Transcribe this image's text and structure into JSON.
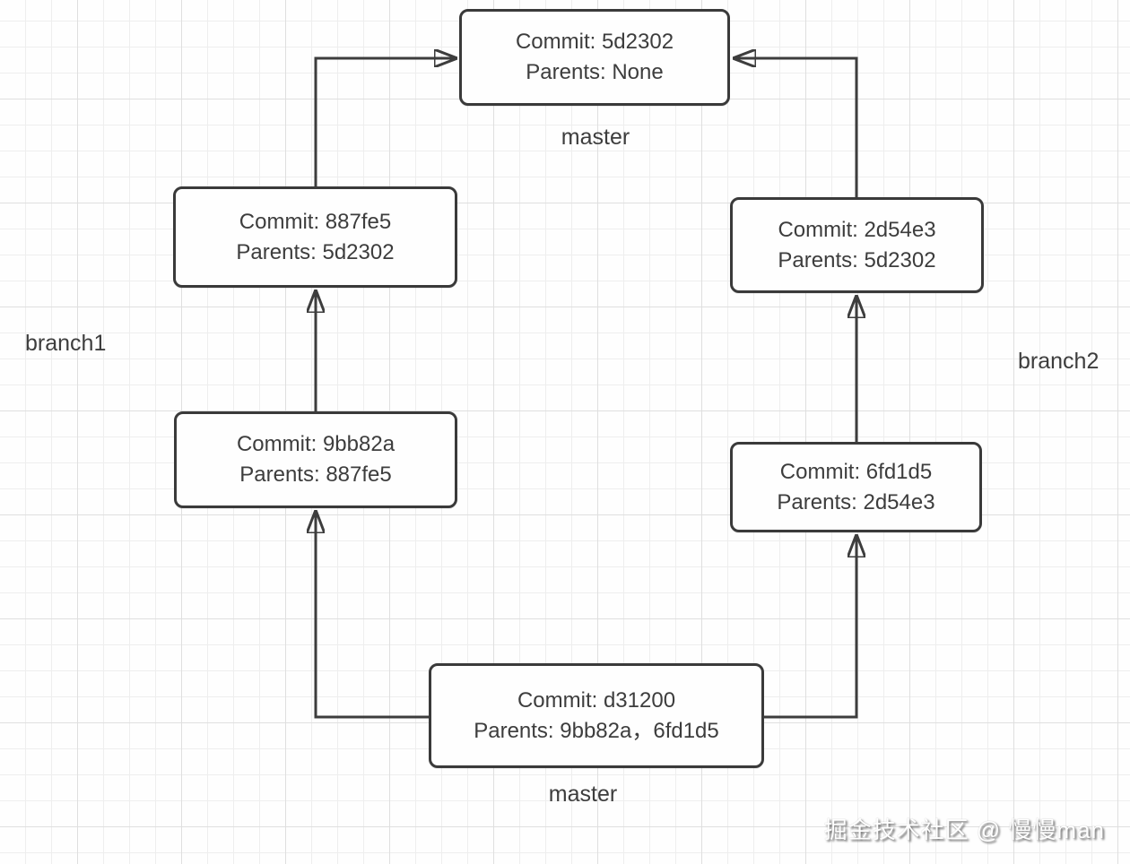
{
  "diagram": {
    "nodes": [
      {
        "id": "5d2302",
        "commit_line": "Commit: 5d2302",
        "parents_line": "Parents: None"
      },
      {
        "id": "887fe5",
        "commit_line": "Commit: 887fe5",
        "parents_line": "Parents: 5d2302"
      },
      {
        "id": "2d54e3",
        "commit_line": "Commit: 2d54e3",
        "parents_line": "Parents: 5d2302"
      },
      {
        "id": "9bb82a",
        "commit_line": "Commit: 9bb82a",
        "parents_line": "Parents: 887fe5"
      },
      {
        "id": "6fd1d5",
        "commit_line": "Commit: 6fd1d5",
        "parents_line": "Parents: 2d54e3"
      },
      {
        "id": "d31200",
        "commit_line": "Commit: d31200",
        "parents_line": "Parents: 9bb82a，6fd1d5"
      }
    ],
    "labels": {
      "master_top": "master",
      "branch1": "branch1",
      "branch2": "branch2",
      "master_bottom": "master"
    },
    "watermark": "掘金技术社区 @ 慢慢man",
    "colors": {
      "stroke": "#3d3d3d",
      "node_border": "#3a3a3a",
      "grid_minor": "#eeeeee",
      "grid_major": "#dfdfdf",
      "background": "#fefefe",
      "watermark_text": "#ffffff"
    }
  }
}
